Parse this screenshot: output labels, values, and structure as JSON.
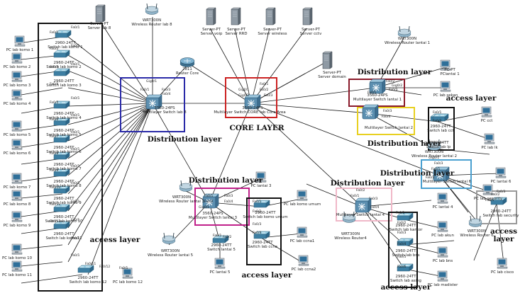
{
  "labels": {
    "server_lab8": [
      "Server-PT",
      "Server lab 8"
    ],
    "wr_lab8": [
      "WRT300N",
      "Wireless Router lab 8"
    ],
    "server_voip": [
      "Server-PT",
      "Server voip"
    ],
    "server_rrd": [
      "Server-PT",
      "Server RRD"
    ],
    "server_wireless": [
      "Server-PT",
      "Server wireless"
    ],
    "server_cctv": [
      "Server-PT",
      "Server cctv"
    ],
    "router_core": [
      "2811",
      "Router Core"
    ],
    "server_domain": [
      "Server-PT",
      "Server domain"
    ],
    "wr_lantai1": [
      "WRT300N",
      "Wireless Router lantai 1"
    ],
    "pc_lantai1": [
      "PC-PT",
      "PClantai 1"
    ],
    "core_switch": [
      "3560-24PS",
      "Multilayer Switch CORE lab Core Area"
    ],
    "ml_lantai1": [
      "3560-24PS",
      "Multilayer Switch lantai 1"
    ],
    "ml_lantai2": [
      "Multilayer Switch lantai 2"
    ],
    "sw_cct": [
      "2960-24TT",
      "Switch lab cct"
    ],
    "wr_lantai2": [
      "WRT300N",
      "Wireless Router lantai 2"
    ],
    "ml_lab8": [
      "3560-24PS",
      "Multilayer Switch lab 8"
    ],
    "wr_lantai3": [
      "WRT300N",
      "Wireless Router lantai 3"
    ],
    "ml_lantai3": [
      "3560-24PS",
      "Multilayer Switch lantai 3"
    ],
    "sw_lab_komo_umum": [
      "2960-24TT",
      "Switch lab komo umum"
    ],
    "sw_lab_ccna": [
      "2960-24TT",
      "Switch lab ccna"
    ],
    "wr_lantai5": [
      "WRT300N",
      "Wireless Router lantai 5"
    ],
    "sw_lantai5": [
      "2960-24TT",
      "Switch lantai 5"
    ],
    "ml_lantai4": [
      "Multilayer Switch lantai 4"
    ],
    "wr_lantai4": [
      "WRT300N",
      "Wireless Router4"
    ],
    "sw_lab_kantor": [
      "2960-24TT",
      "Switch lab kantor"
    ],
    "sw_lab_bns": [
      "2960-24TT",
      "Switch lab bns"
    ],
    "sw_lab_asing": [
      "2960-24TT",
      "Switch lab asing"
    ],
    "sw_lab_lp": [
      "2960-24TT",
      "Switch lab lp"
    ],
    "wr_lantai6": [
      "WRT300N",
      "Wireless Router 6"
    ],
    "sw_lab_security": [
      "2960-24TT",
      "Switch lab security"
    ],
    "ml_lantai6": [
      "Multilayer Switch lantai 6"
    ],
    "pcs": {
      "pc_lab_komo_1": "PC lab komo 1",
      "pc_lab_komo_2": "PC lab komo 2",
      "pc_lab_komo_3": "PC lab komo 3",
      "pc_lab_komo_4": "PC lab komo 4",
      "pc_lab_komo_5": "PC lab komo 5",
      "pc_lab_komo_6": "PC lab komo 6",
      "pc_lab_komo_7": "PC lab komo 7",
      "pc_lab_komo_8": "PC lab komo 8",
      "pc_lab_komo_9": "PC lab komo 9",
      "pc_lab_komo_10": "PC lab komo 10",
      "pc_lab_komo_11": "PC lab komo 11",
      "pc_lab_komo_12": "PC lab komo 12",
      "pc_lab_komo_umum": "PC lab komo umum",
      "pc_lab_ccna1": "PC lab ccna1",
      "pc_lab_ccna2": "PC lab ccna2",
      "pc_lantai3": "PC lantai 3",
      "pc_lantai5": "PC lantai 5",
      "pc_lantai4": "PC lantai 4",
      "pc_lab_akun": "PC lab akun",
      "pc_lab_bns": "PC lab bns",
      "pc_lab_madister": "PC lab madister",
      "pc_lab_cisco": "PC lab cisco",
      "pc_lab_sekan": "PC lab sekan",
      "pc_cct": "PC cct",
      "pc_lab_lk": "PC lab lk",
      "pc_lantai6": "PC lantai 6",
      "pc_lab_security": "PC lab security"
    },
    "sw_lab_komo": {
      "sw1": [
        "2960-24TT",
        "Switch lab komo 1"
      ],
      "sw2": [
        "2960-24TT",
        "Switch lab komo 2"
      ],
      "sw3": [
        "2960-24TT",
        "Switch lab komo 3"
      ],
      "sw4": [
        "2960-24TT",
        "Switch lab komo 4"
      ],
      "sw5": [
        "2960-24TT",
        "Switch lab komo 5"
      ],
      "sw6": [
        "2960-24TT",
        "Switch lab komo 6"
      ],
      "sw7": [
        "2960-24TT",
        "Switch lab komo 7"
      ],
      "sw8": [
        "2960-24TT",
        "Switch lab komo 8"
      ],
      "sw9": [
        "2960-24TT",
        "Switch lab komo 9"
      ],
      "sw10": [
        "2960-24TT",
        "Switch lab komo 10"
      ],
      "sw11": [
        "2960-24TT",
        "Switch lab komo11"
      ],
      "sw12": [
        "2960-24TT",
        "Switch lab komo 12"
      ]
    }
  },
  "ports": [
    "Fa0/1",
    "Fa0/2",
    "Fa0/3",
    "Fa0/4",
    "Fa0/5",
    "Fa0/6",
    "Fa0/7",
    "Fa0/8",
    "Fa0/9",
    "Fa0/10",
    "Fa0/11",
    "Fa0/12",
    "Gig0/1",
    "Gig0/2"
  ],
  "layers": {
    "core": "CORE LAYER",
    "distribution": "Distribution layer",
    "access": "access layer"
  },
  "colors": {
    "core_box": "#cc2222",
    "distribution_lab8_box": "#2a2aa8",
    "distribution_lantai1_box": "#8a1a2a",
    "distribution_lantai2_box": "#e8d020",
    "distribution_lantai3_box": "#c0208a",
    "distribution_lantai4_box": "#f0b8c8",
    "distribution_lantai6_box": "#4aa0d0",
    "access_box": "#111111",
    "access_lantai6_box": "#999999",
    "link": "#1a1a1a"
  }
}
